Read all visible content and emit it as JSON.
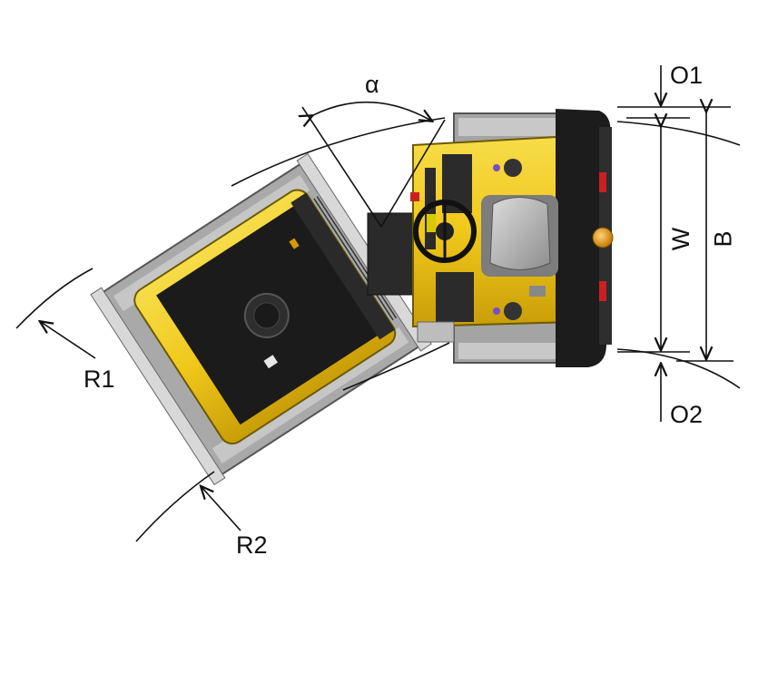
{
  "labels": {
    "alpha": "α",
    "o1": "O1",
    "o2": "O2",
    "w": "W",
    "b": "B",
    "r1": "R1",
    "r2": "R2"
  },
  "colors": {
    "machine_yellow": "#f3cc1c",
    "machine_black": "#1b1b1b",
    "frame_grey": "#9a9a9a",
    "line": "#111111",
    "beacon": "#e89a10"
  }
}
